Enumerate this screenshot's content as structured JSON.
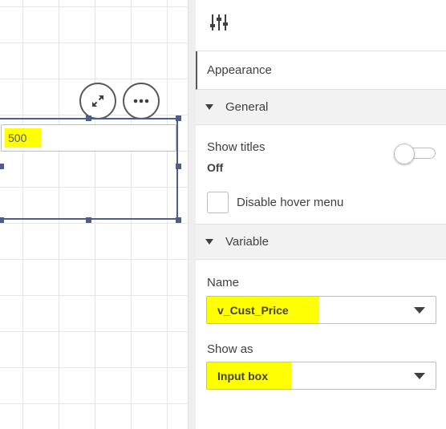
{
  "canvas": {
    "object_value": "500"
  },
  "panel": {
    "appearance_label": "Appearance",
    "general": {
      "header": "General",
      "show_titles_label": "Show titles",
      "show_titles_state": "Off",
      "disable_hover_label": "Disable hover menu"
    },
    "variable": {
      "header": "Variable",
      "name_label": "Name",
      "name_value": "v_Cust_Price",
      "show_as_label": "Show as",
      "show_as_value": "Input box"
    }
  },
  "colors": {
    "highlight": "#ffff00",
    "selection": "#4b5e8c",
    "section_bg": "#f2f2f2"
  },
  "icons": [
    "expand-icon",
    "more-options-icon",
    "properties-sliders-icon",
    "triangle-down-icon",
    "dropdown-caret-icon"
  ]
}
